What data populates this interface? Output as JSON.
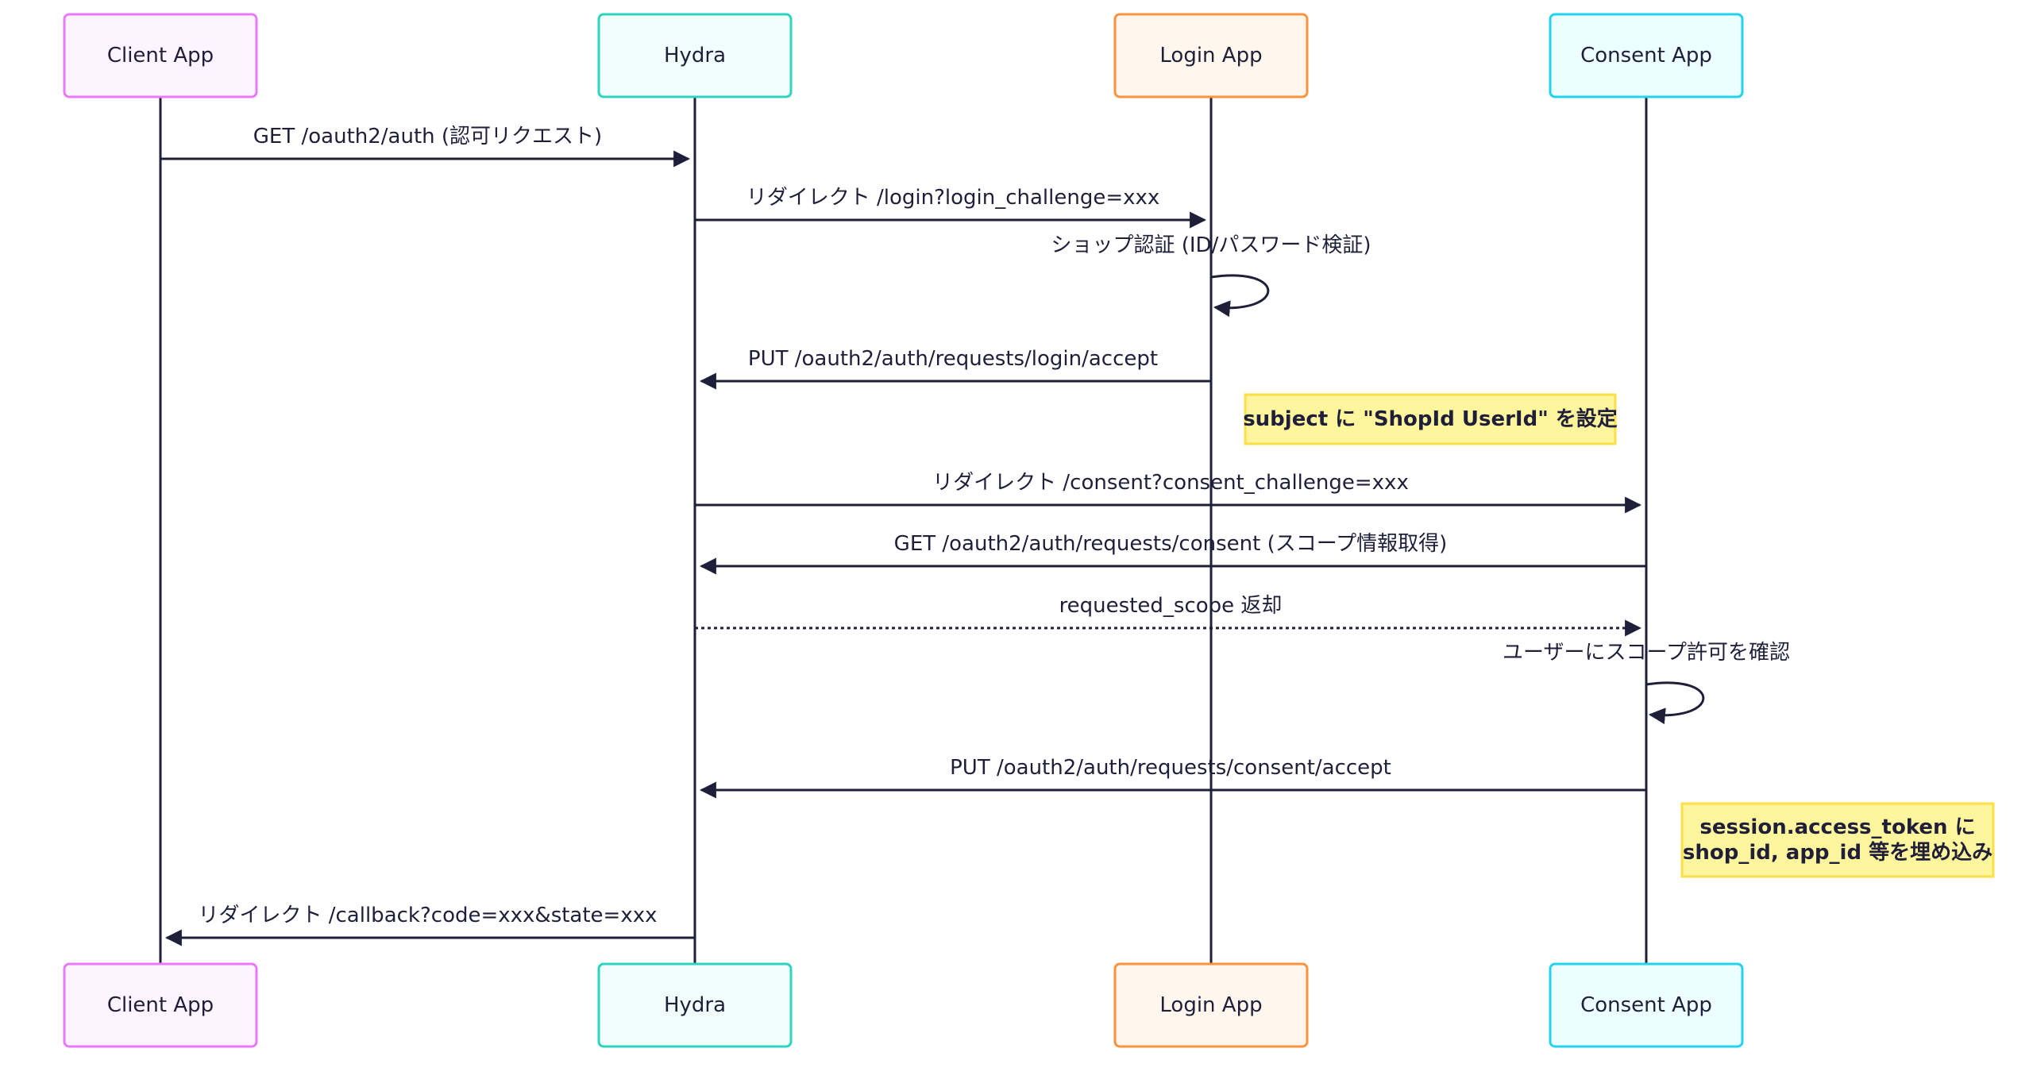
{
  "participants": [
    {
      "id": "client",
      "label": "Client App",
      "stroke": "#e879f9",
      "fill": "#fdf4ff"
    },
    {
      "id": "hydra",
      "label": "Hydra",
      "stroke": "#2dd4bf",
      "fill": "#f0fdfa"
    },
    {
      "id": "login",
      "label": "Login App",
      "stroke": "#fb923c",
      "fill": "#fff7ed"
    },
    {
      "id": "consent",
      "label": "Consent App",
      "stroke": "#22d3ee",
      "fill": "#ecfeff"
    }
  ],
  "messages": [
    {
      "from": "client",
      "to": "hydra",
      "label": "GET /oauth2/auth (認可リクエスト)",
      "style": "solid"
    },
    {
      "from": "hydra",
      "to": "login",
      "label": "リダイレクト /login?login_challenge=xxx",
      "style": "solid"
    },
    {
      "from": "login",
      "to": "login",
      "label": "ショップ認証 (ID/パスワード検証)",
      "style": "self"
    },
    {
      "from": "login",
      "to": "hydra",
      "label": "PUT /oauth2/auth/requests/login/accept",
      "style": "solid"
    },
    {
      "from": "hydra",
      "to": "consent",
      "label": "リダイレクト /consent?consent_challenge=xxx",
      "style": "solid"
    },
    {
      "from": "consent",
      "to": "hydra",
      "label": "GET /oauth2/auth/requests/consent (スコープ情報取得)",
      "style": "solid"
    },
    {
      "from": "hydra",
      "to": "consent",
      "label": "requested_scope 返却",
      "style": "dotted"
    },
    {
      "from": "consent",
      "to": "consent",
      "label": "ユーザーにスコープ許可を確認",
      "style": "self"
    },
    {
      "from": "consent",
      "to": "hydra",
      "label": "PUT /oauth2/auth/requests/consent/accept",
      "style": "solid"
    },
    {
      "from": "hydra",
      "to": "client",
      "label": "リダイレクト /callback?code=xxx&state=xxx",
      "style": "solid"
    }
  ],
  "notes": [
    {
      "lines": [
        "subject に \"ShopId UserId\" を設定"
      ]
    },
    {
      "lines": [
        "session.access_token に",
        "shop_id, app_id 等を埋め込み"
      ]
    }
  ],
  "colors": {
    "line": "#1f1f3a",
    "note_fill": "#fff59d",
    "note_stroke": "#fde047"
  }
}
